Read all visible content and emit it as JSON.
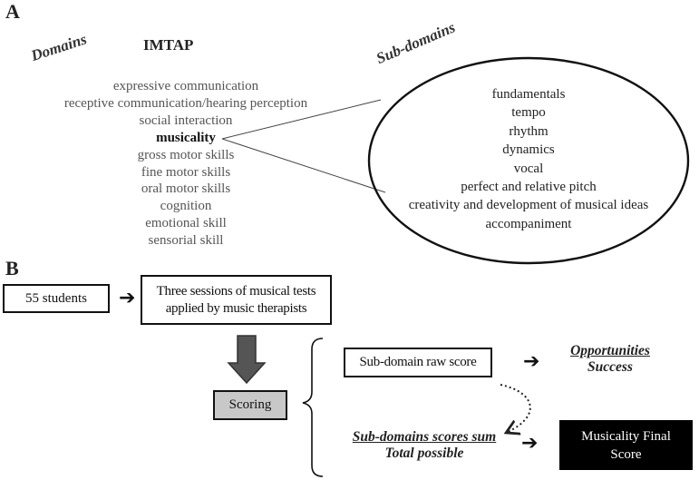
{
  "panel_a": {
    "label": "A",
    "domains_heading": "Domains",
    "instrument": "IMTAP",
    "subdomains_heading": "Sub-domains",
    "domains": [
      {
        "text": "expressive communication",
        "highlight": false
      },
      {
        "text": "receptive communication/hearing perception",
        "highlight": false
      },
      {
        "text": "social interaction",
        "highlight": false
      },
      {
        "text": "musicality",
        "highlight": true
      },
      {
        "text": "gross motor skills",
        "highlight": false
      },
      {
        "text": "fine motor skills",
        "highlight": false
      },
      {
        "text": "oral motor skills",
        "highlight": false
      },
      {
        "text": "cognition",
        "highlight": false
      },
      {
        "text": "emotional skill",
        "highlight": false
      },
      {
        "text": "sensorial skill",
        "highlight": false
      }
    ],
    "subdomains": [
      "fundamentals",
      "tempo",
      "rhythm",
      "dynamics",
      "vocal",
      "perfect and relative pitch",
      "creativity and development of musical ideas",
      "accompaniment"
    ]
  },
  "panel_b": {
    "label": "B",
    "students_box": "55 students",
    "sessions_box": [
      "Three sessions of musical tests",
      "applied by music therapists"
    ],
    "scoring_box": "Scoring",
    "raw_score_box": "Sub-domain raw score",
    "opportunities": "Opportunities",
    "success": "Success",
    "scores_sum": "Sub-domains scores sum",
    "total_possible": "Total possible",
    "final_score_box": [
      "Musicality Final",
      "Score"
    ],
    "arrow_glyph": "➔",
    "colors": {
      "scoring_fill": "#c8c8c8",
      "down_arrow": "#555555",
      "final_fill": "#000000",
      "final_text": "#ffffff"
    }
  }
}
